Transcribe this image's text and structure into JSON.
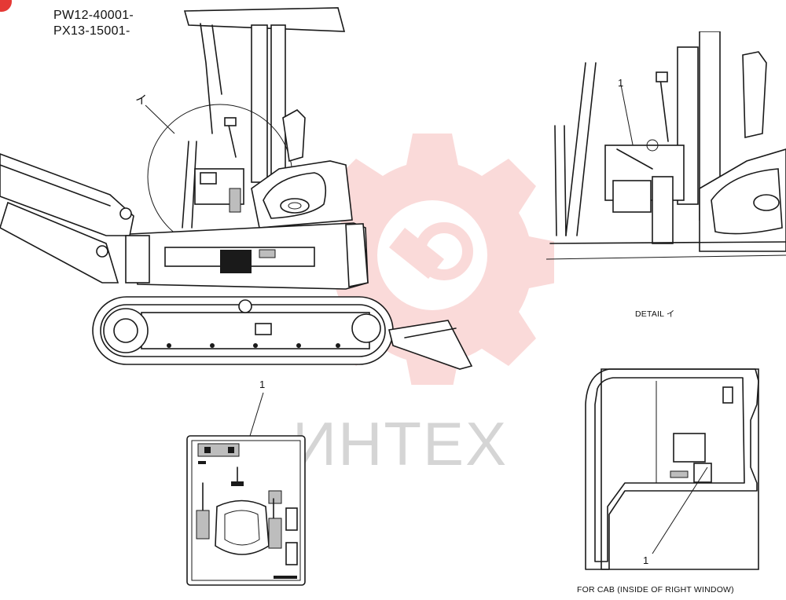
{
  "serials": [
    "PW12-40001-",
    "PX13-15001-"
  ],
  "detail_marker": "イ",
  "detail_caption": "DETAIL イ",
  "callouts": {
    "detail_label_number": "1",
    "decal_number": "1",
    "cab_label_number": "1"
  },
  "cab_caption": "FOR CAB (INSIDE OF RIGHT WINDOW)",
  "watermark": {
    "text": "ИНТЕХ",
    "color": "#e53935"
  }
}
